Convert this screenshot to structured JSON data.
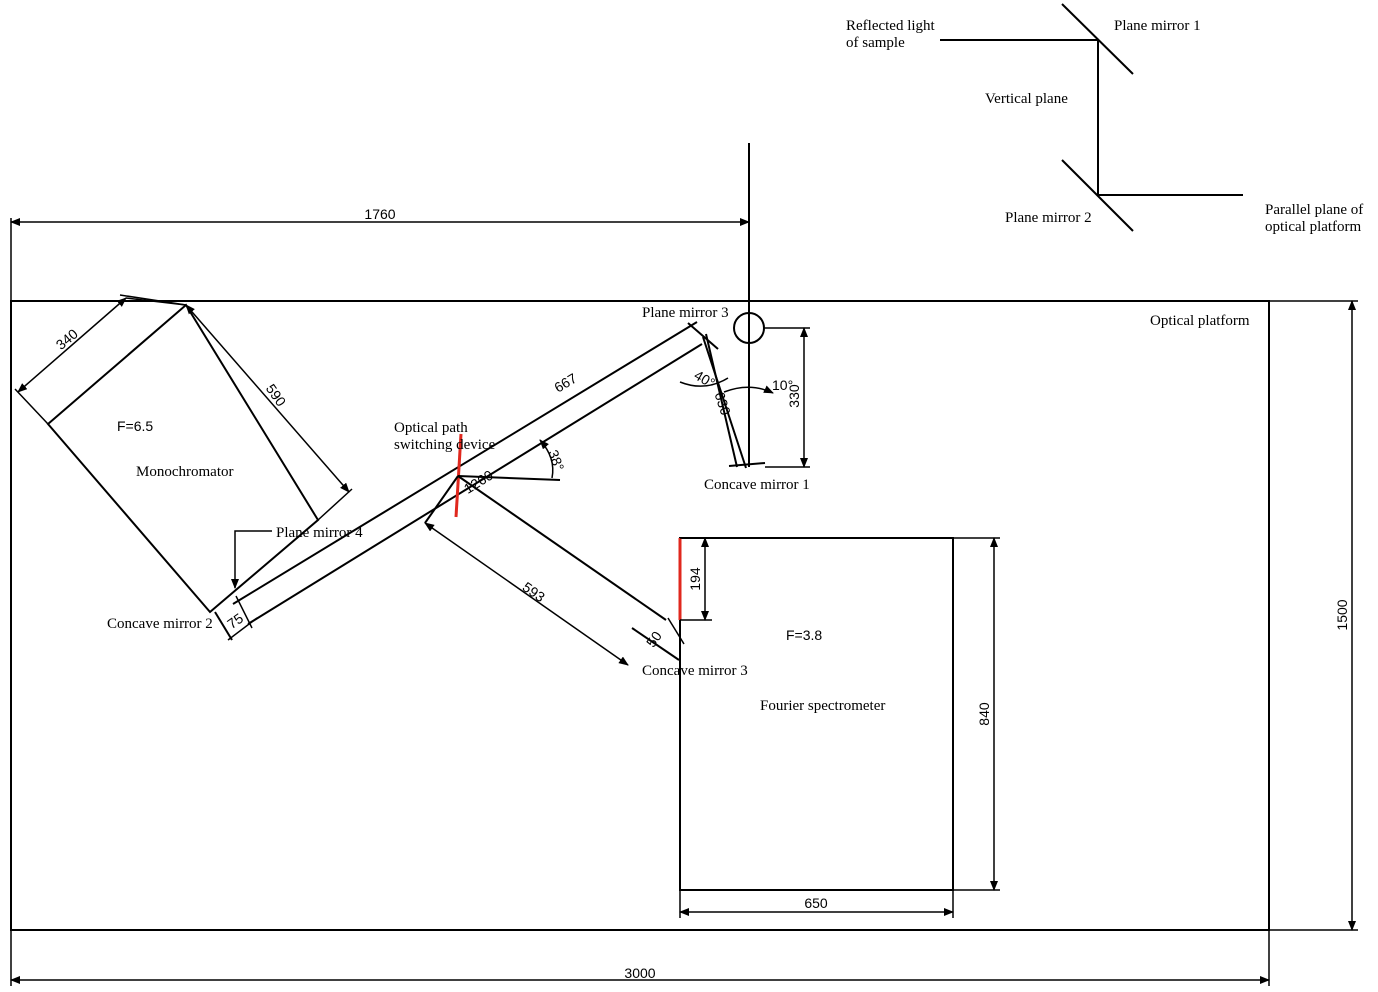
{
  "labels": {
    "reflected_light_1": "Reflected light",
    "reflected_light_2": "of sample",
    "plane_mirror_1": "Plane mirror 1",
    "vertical_plane": "Vertical plane",
    "plane_mirror_2": "Plane mirror 2",
    "parallel_plane_1": "Parallel plane of",
    "parallel_plane_2": "optical platform",
    "optical_platform": "Optical platform",
    "plane_mirror_3": "Plane mirror 3",
    "monochromator": "Monochromator",
    "f_mono": "F=6.5",
    "optical_path_1": "Optical path",
    "optical_path_2": "switching device",
    "plane_mirror_4": "Plane mirror 4",
    "concave_mirror_1": "Concave mirror 1",
    "concave_mirror_2": "Concave mirror 2",
    "concave_mirror_3": "Concave mirror 3",
    "fourier_spectrometer": "Fourier spectrometer",
    "f_fourier": "F=3.8"
  },
  "dimensions": {
    "d1760": "1760",
    "d3000": "3000",
    "d1500": "1500",
    "d340": "340",
    "d590": "590",
    "d667": "667",
    "d40deg": "40°",
    "d630": "630",
    "d10deg": "10°",
    "d330": "330",
    "d38deg": "38°",
    "d1260": "1260",
    "d593": "593",
    "d75": "75",
    "d50": "50",
    "d194": "194",
    "d840": "840",
    "d650": "650"
  },
  "colors": {
    "line": "#000000",
    "switch_highlight": "#e0281e"
  }
}
